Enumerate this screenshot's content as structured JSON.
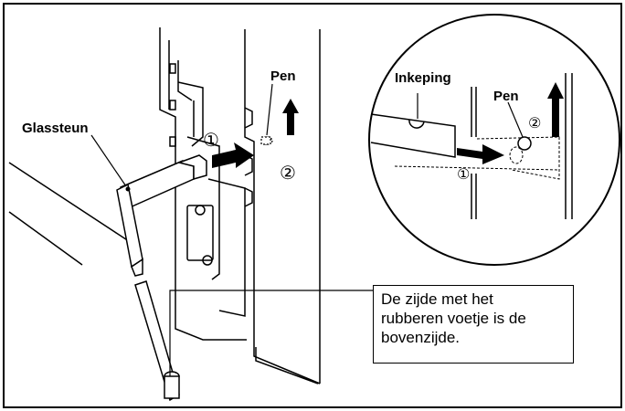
{
  "labels": {
    "glass_support": "Glassteun",
    "pin_main": "Pen",
    "notch": "Inkeping",
    "pin_detail": "Pen"
  },
  "steps": {
    "step1_main": "①",
    "step2_main": "②",
    "step1_detail": "①",
    "step2_detail": "②"
  },
  "note": {
    "line1": "De zijde met het",
    "line2": "rubberen voetje is de",
    "line3": "bovenzijde."
  }
}
